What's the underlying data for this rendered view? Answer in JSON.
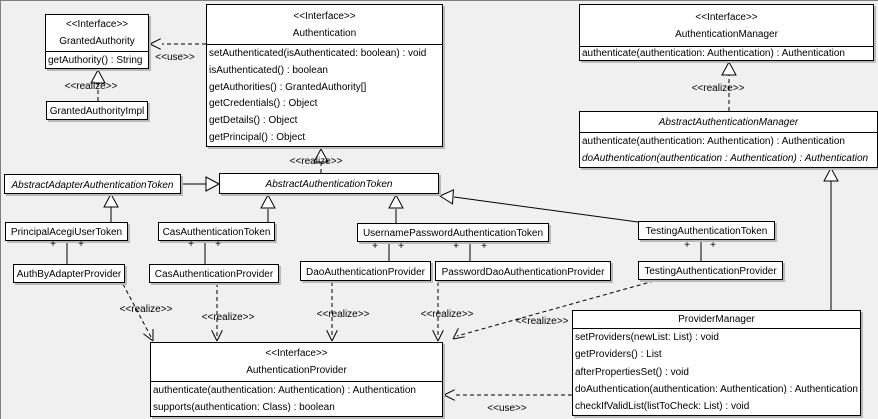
{
  "diagram": {
    "background_color": "#f0f0f0",
    "box_fill_color": "#ffffff",
    "line_color": "#000000",
    "labels": {
      "realize": "<<realize>>",
      "use": "<<use>>",
      "plus": "+"
    },
    "classes": [
      {
        "id": "granted-authority",
        "stereotype": "<<Interface>>",
        "name": "GrantedAuthority",
        "abstract": false,
        "methods": [
          {
            "text": "getAuthority() : String",
            "italic": false
          }
        ]
      },
      {
        "id": "authentication",
        "stereotype": "<<Interface>>",
        "name": "Authentication",
        "abstract": false,
        "methods": [
          {
            "text": "setAuthenticated(isAuthenticated: boolean) : void",
            "italic": false
          },
          {
            "text": "isAuthenticated() : boolean",
            "italic": false
          },
          {
            "text": "getAuthorities() : GrantedAuthority[]",
            "italic": false
          },
          {
            "text": "getCredentials() : Object",
            "italic": false
          },
          {
            "text": "getDetails() : Object",
            "italic": false
          },
          {
            "text": "getPrincipal() : Object",
            "italic": false
          }
        ]
      },
      {
        "id": "authentication-manager",
        "stereotype": "<<Interface>>",
        "name": "AuthenticationManager",
        "abstract": false,
        "methods": [
          {
            "text": "authenticate(authentication: Authentication) : Authentication",
            "italic": false
          }
        ]
      },
      {
        "id": "granted-authority-impl",
        "stereotype": "",
        "name": "GrantedAuthorityImpl",
        "abstract": false,
        "methods": []
      },
      {
        "id": "abstract-authentication-manager",
        "stereotype": "",
        "name": "AbstractAuthenticationManager",
        "abstract": true,
        "methods": [
          {
            "text": "authenticate(authentication: Authentication) : Authentication",
            "italic": false
          },
          {
            "text": "doAuthentication(authentication : Authentication) : Authentication",
            "italic": true
          }
        ]
      },
      {
        "id": "abstract-adapter-authentication-token",
        "stereotype": "",
        "name": "AbstractAdapterAuthenticationToken",
        "abstract": true,
        "methods": []
      },
      {
        "id": "abstract-authentication-token",
        "stereotype": "",
        "name": "AbstractAuthenticationToken",
        "abstract": true,
        "methods": []
      },
      {
        "id": "principal-acegi-user-token",
        "stereotype": "",
        "name": "PrincipalAcegiUserToken",
        "abstract": false,
        "methods": []
      },
      {
        "id": "cas-authentication-token",
        "stereotype": "",
        "name": "CasAuthenticationToken",
        "abstract": false,
        "methods": []
      },
      {
        "id": "username-password-authentication-token",
        "stereotype": "",
        "name": "UsernamePasswordAuthenticationToken",
        "abstract": false,
        "methods": []
      },
      {
        "id": "testing-authentication-token",
        "stereotype": "",
        "name": "TestingAuthenticationToken",
        "abstract": false,
        "methods": []
      },
      {
        "id": "auth-by-adapter-provider",
        "stereotype": "",
        "name": "AuthByAdapterProvider",
        "abstract": false,
        "methods": []
      },
      {
        "id": "cas-authentication-provider",
        "stereotype": "",
        "name": "CasAuthenticationProvider",
        "abstract": false,
        "methods": []
      },
      {
        "id": "dao-authentication-provider",
        "stereotype": "",
        "name": "DaoAuthenticationProvider",
        "abstract": false,
        "methods": []
      },
      {
        "id": "password-dao-authentication-provider",
        "stereotype": "",
        "name": "PasswordDaoAuthenticationProvider",
        "abstract": false,
        "methods": []
      },
      {
        "id": "testing-authentication-provider",
        "stereotype": "",
        "name": "TestingAuthenticationProvider",
        "abstract": false,
        "methods": []
      },
      {
        "id": "authentication-provider",
        "stereotype": "<<Interface>>",
        "name": "AuthenticationProvider",
        "abstract": false,
        "methods": [
          {
            "text": "authenticate(authentication: Authentication) : Authentication",
            "italic": false
          },
          {
            "text": "supports(authentication: Class) : boolean",
            "italic": false
          }
        ]
      },
      {
        "id": "provider-manager",
        "stereotype": "",
        "name": "ProviderManager",
        "abstract": false,
        "methods": [
          {
            "text": "setProviders(newList: List) : void",
            "italic": false
          },
          {
            "text": "getProviders() : List",
            "italic": false
          },
          {
            "text": "afterPropertiesSet() : void",
            "italic": false
          },
          {
            "text": "doAuthentication(authentication: Authentication) : Authentication",
            "italic": false
          },
          {
            "text": "checkIfValidList(listToCheck: List) : void",
            "italic": false
          }
        ]
      }
    ]
  }
}
